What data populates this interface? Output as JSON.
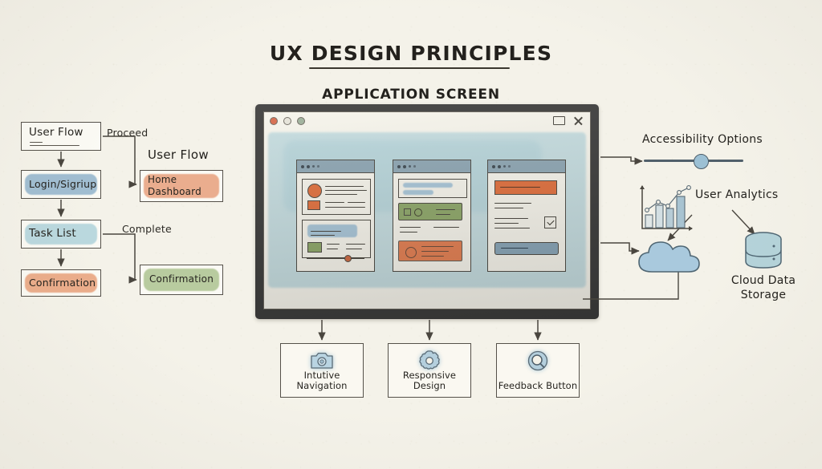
{
  "header": {
    "title": "UX DESIGN PRINCIPLES",
    "subtitle": "APPLICATION SCREEN"
  },
  "flow": {
    "section_label": "User Flow",
    "steps": [
      {
        "label": "User Flow",
        "fill": "none"
      },
      {
        "label": "Login/Sigriup",
        "fill": "#7ea6c4"
      },
      {
        "label": "Task List",
        "fill": "#a9cfd8"
      },
      {
        "label": "Confirmation",
        "fill": "#e89a72"
      }
    ],
    "edges": [
      {
        "label": "Proceed"
      },
      {
        "label": "Complete"
      }
    ],
    "outputs": [
      {
        "label_line1": "Home",
        "label_line2": "Dashboard",
        "fill": "#e8a07d"
      },
      {
        "label_line1": "Confirmation",
        "label_line2": "",
        "fill": "#a8c08a"
      }
    ]
  },
  "browser": {
    "traffic_lights": [
      "close-dot-red",
      "minimize-dot-gray",
      "maximize-dot-green"
    ],
    "window_controls": [
      "maximize-icon",
      "close-icon"
    ],
    "cards": [
      {
        "name": "profile-card",
        "dots": 4
      },
      {
        "name": "content-card",
        "dots": 4
      },
      {
        "name": "form-card",
        "dots": 4
      }
    ]
  },
  "right_panel": {
    "accessibility": {
      "label": "Accessibility Options",
      "slider_icon": "slider-icon",
      "slider_value_pct": 60
    },
    "analytics": {
      "label": "User Analytics",
      "icon": "bar-line-chart-icon"
    },
    "cloud": {
      "icon": "cloud-icon"
    },
    "storage": {
      "label_line1": "Cloud Data",
      "label_line2": "Storage",
      "icon": "database-icon"
    }
  },
  "features": [
    {
      "icon": "camera-icon",
      "label_line1": "Intutive",
      "label_line2": "Navigation"
    },
    {
      "icon": "gear-icon",
      "label_line1": "Responsive Design",
      "label_line2": ""
    },
    {
      "icon": "feedback-icon",
      "label_line1": "Feedback Button",
      "label_line2": ""
    }
  ],
  "colors": {
    "paper": "#f4f2e9",
    "ink": "#3b372f",
    "orange": "#e2713f",
    "green": "#8fa86a",
    "blue": "#8fa7b4",
    "wash_blue": "#b9d7dd",
    "frame": "#3d3d3c"
  }
}
